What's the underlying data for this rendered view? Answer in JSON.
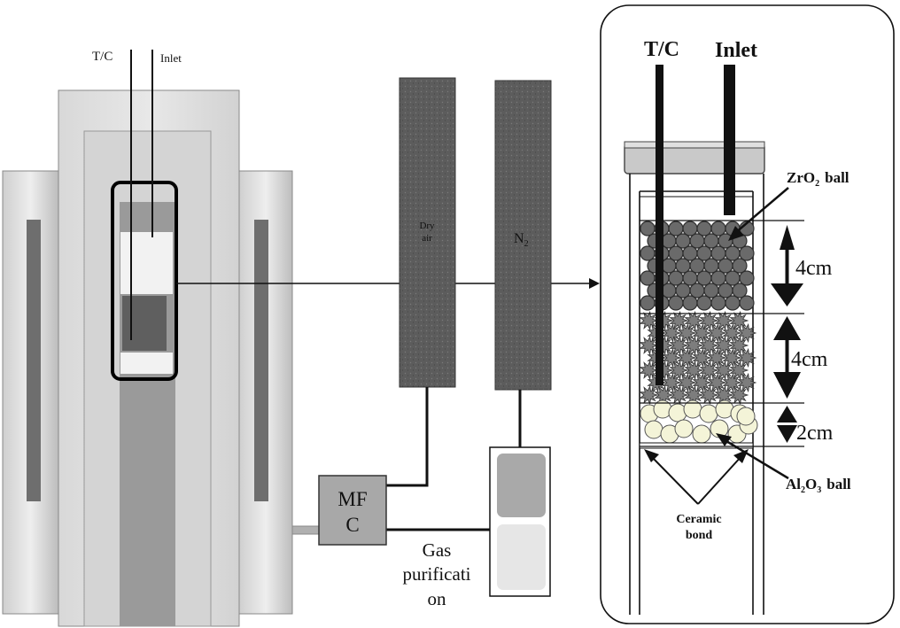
{
  "left_apparatus": {
    "tc_label": "T/C",
    "inlet_label": "Inlet"
  },
  "gas_cylinders": {
    "dry_air_line1": "Dry",
    "dry_air_line2": "air",
    "n2_main": "N",
    "n2_sub": "2"
  },
  "mfc": {
    "line1": "MF",
    "line2": "C"
  },
  "gas_purification": {
    "line1": "Gas",
    "line2": "purificati",
    "line3": "on"
  },
  "detail_view": {
    "tc_label": "T/C",
    "inlet_label": "Inlet",
    "zro2_main": "ZrO",
    "zro2_sub": "2",
    "zro2_suffix": "ball",
    "al2o3_al": "Al",
    "al2o3_sub1": "2",
    "al2o3_o": "O",
    "al2o3_sub2": "3",
    "al2o3_suffix": "ball",
    "ceramic_line1": "Ceramic",
    "ceramic_line2": "bond",
    "dim_top": "4cm",
    "dim_mid": "4cm",
    "dim_bottom": "2cm"
  },
  "colors": {
    "furnace_outer": "#c8c8c8",
    "furnace_mid": "#d9d9d9",
    "cylinder": "#5a5a5a",
    "zro2_ball": "#6a6a6a",
    "al2o3_ball": "#f4f4d8"
  }
}
